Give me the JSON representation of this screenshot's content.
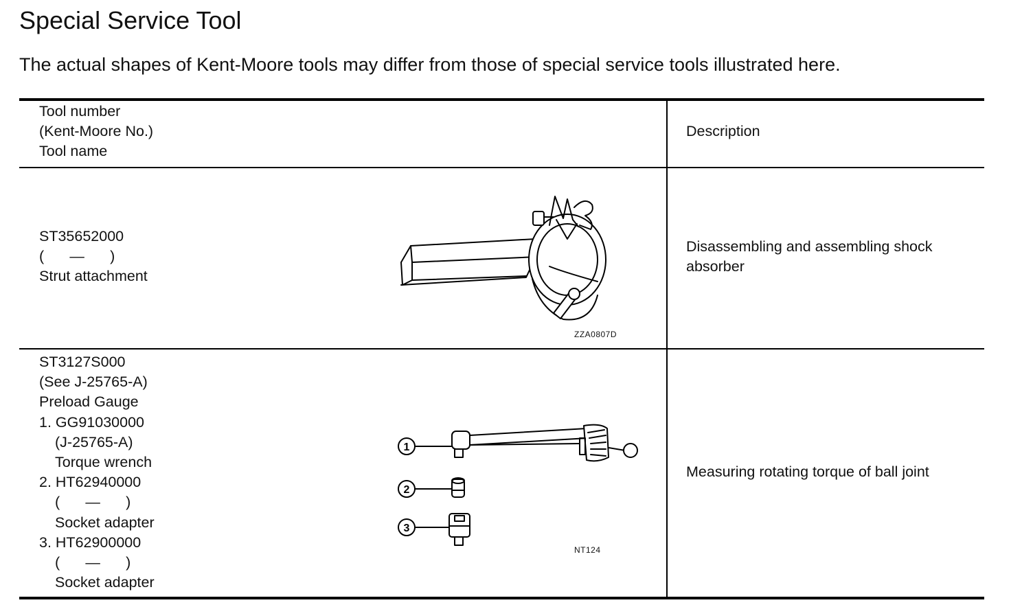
{
  "page": {
    "title": "Special Service Tool",
    "subtitle": "The actual shapes of Kent-Moore tools may differ from those of special service tools illustrated here."
  },
  "table": {
    "header": {
      "col1_lines": [
        "Tool number",
        "(Kent-Moore No.)",
        "Tool name"
      ],
      "col2": "Description"
    },
    "rows": [
      {
        "tool_number": "ST35652000",
        "kent_moore": "—",
        "tool_name": "Strut attachment",
        "illustration_code": "ZZA0807D",
        "illustration_icon": "strut-attachment-illustration",
        "description": "Disassembling and assembling shock absorber"
      },
      {
        "tool_number": "ST3127S000",
        "kent_moore": "(See J-25765-A)",
        "tool_name": "Preload Gauge",
        "parts": [
          {
            "label": "1. GG91030000",
            "kent_moore": "(J-25765-A)",
            "name": "Torque wrench",
            "callout": "1"
          },
          {
            "label": "2. HT62940000",
            "kent_moore": "—",
            "name": "Socket adapter",
            "callout": "2"
          },
          {
            "label": "3. HT62900000",
            "kent_moore": "—",
            "name": "Socket adapter",
            "callout": "3"
          }
        ],
        "illustration_code": "NT124",
        "illustration_icon": "preload-gauge-illustration",
        "description": "Measuring rotating torque of ball joint"
      }
    ]
  }
}
